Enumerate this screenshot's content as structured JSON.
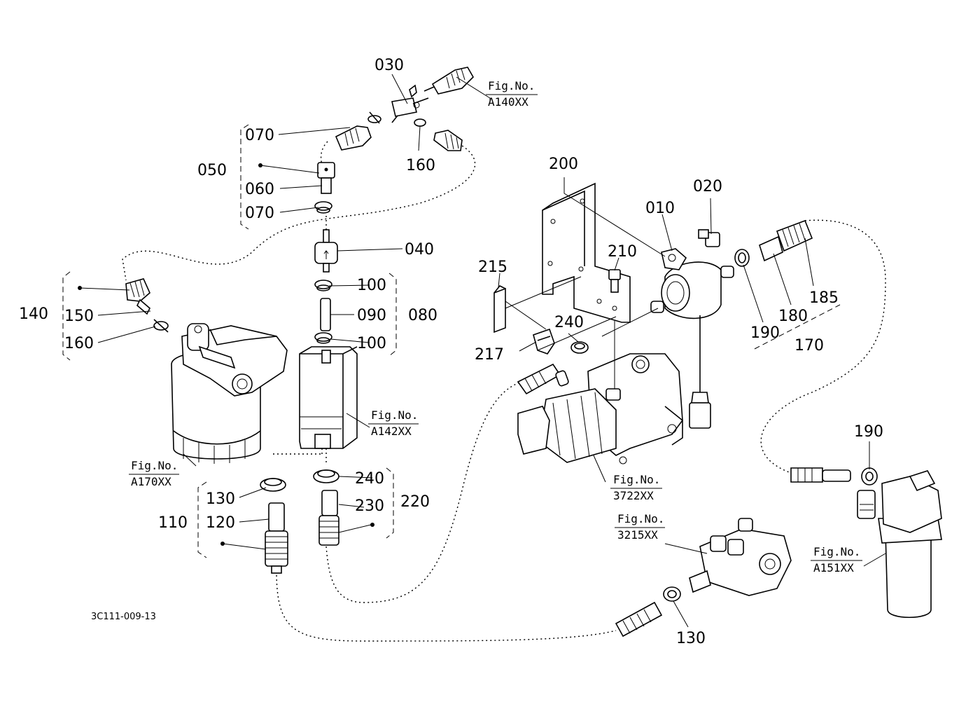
{
  "diagram_code": "3C111-009-13",
  "labels": {
    "p030": "030",
    "p070a": "070",
    "p050": "050",
    "p060": "060",
    "p070b": "070",
    "p160a": "160",
    "p040": "040",
    "p100a": "100",
    "p090": "090",
    "p080": "080",
    "p100b": "100",
    "p140": "140",
    "p150": "150",
    "p160b": "160",
    "p200": "200",
    "p010": "010",
    "p020": "020",
    "p210": "210",
    "p215": "215",
    "p240a": "240",
    "p217": "217",
    "p185": "185",
    "p180": "180",
    "p190a": "190",
    "p170": "170",
    "p240b": "240",
    "p230": "230",
    "p220": "220",
    "p130a": "130",
    "p120": "120",
    "p110": "110",
    "p190b": "190",
    "p130b": "130"
  },
  "figure_refs": {
    "a140": {
      "line1": "Fig.No.",
      "line2": "A140XX"
    },
    "a142": {
      "line1": "Fig.No.",
      "line2": "A142XX"
    },
    "a170": {
      "line1": "Fig.No.",
      "line2": "A170XX"
    },
    "f3722": {
      "line1": "Fig.No.",
      "line2": "3722XX"
    },
    "f3215": {
      "line1": "Fig.No.",
      "line2": "3215XX"
    },
    "a151": {
      "line1": "Fig.No.",
      "line2": "A151XX"
    }
  }
}
